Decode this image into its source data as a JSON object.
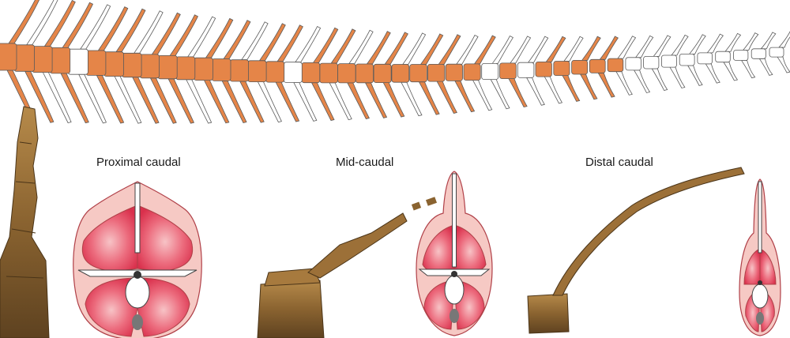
{
  "labels": {
    "proximal": "Proximal caudal",
    "mid": "Mid-caudal",
    "distal": "Distal caudal"
  },
  "colors": {
    "preserved_bone": "#e58548",
    "unpreserved_bone": "#ffffff",
    "bone_outline": "#5a5a5a",
    "muscle_red": "#e4475f",
    "muscle_pink": "#f3b4b8",
    "fossil_brown": "#9a7036"
  },
  "icons": [
    "tail-skeleton-reconstruction",
    "fossil-vertebra",
    "tail-cross-section"
  ]
}
